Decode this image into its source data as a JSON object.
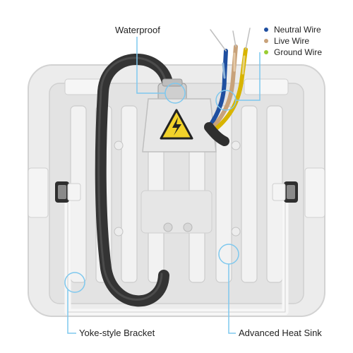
{
  "labels": {
    "waterproof": "Waterproof",
    "bracket": "Yoke-style Bracket",
    "heat_sink": "Advanced Heat Sink"
  },
  "legend": [
    {
      "label": "Neutral Wire",
      "color": "#1f4fa0"
    },
    {
      "label": "Live Wire",
      "color": "#c8a27a"
    },
    {
      "label": "Ground Wire",
      "color": "#9acd32"
    }
  ],
  "colors": {
    "callout": "#7ec8ee",
    "housing": "#e9e9e9",
    "cable": "#3a3a3a",
    "warning": "#f2d22a"
  }
}
